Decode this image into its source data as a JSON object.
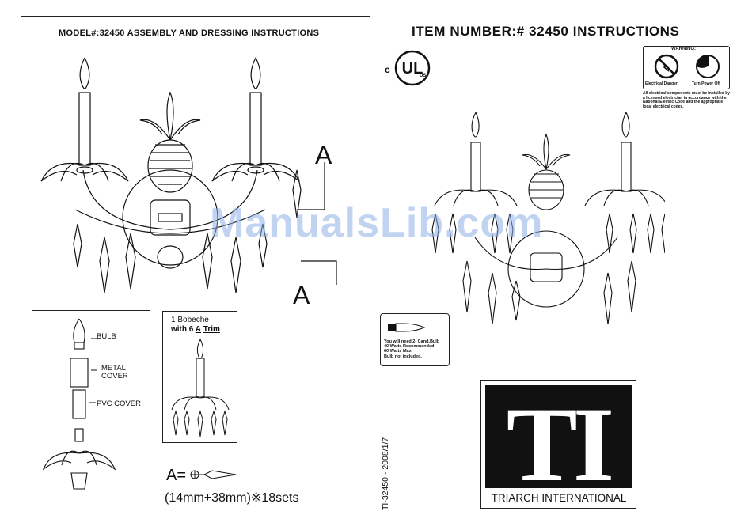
{
  "left_panel": {
    "title": "MODEL#:32450 ASSEMBLY AND DRESSING INSTRUCTIONS",
    "callout_a_top": "A",
    "callout_a_bottom": "A",
    "parts": {
      "bulb": "BULB",
      "metal_cover_1": "METAL",
      "metal_cover_2": "COVER",
      "pvc_cover": "PVC COVER"
    },
    "bobeche": {
      "line1": "1 Bobeche",
      "line2_pre": "with 6 ",
      "line2_a": "A",
      "line2_trim": "Trim"
    },
    "a_equals": "A=",
    "sets": "(14mm+38mm)※18sets"
  },
  "right_panel": {
    "title": "ITEM NUMBER:# 32450  INSTRUCTIONS",
    "ul": {
      "c": "c",
      "ul": "UL",
      "us": "US"
    },
    "warning": {
      "heading": "WARNING:",
      "danger_label": "Electrical Danger",
      "power_label": "Turn Power Off",
      "note": "All electrical components must be installed by a licensed electrician in accordance with the National Electric Code and the appropriate local electrical codes."
    },
    "bulb_note": [
      "You will need 2- Cand.Bulb",
      "40 Watts Recommended",
      "60 Watts Max",
      "Bulb not included."
    ],
    "logo_letters": "TI",
    "logo_caption": "TRIARCH INTERNATIONAL",
    "doc_code": "TI-32450 - 2008/1/7"
  },
  "watermark": "ManualsLib.com"
}
